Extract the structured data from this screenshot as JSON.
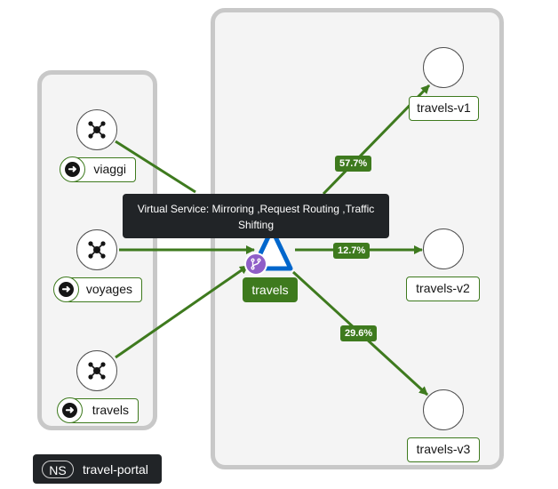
{
  "nodes": {
    "viaggi": {
      "label": "viaggi",
      "icon": "workload-icon"
    },
    "voyages": {
      "label": "voyages",
      "icon": "workload-icon"
    },
    "travels_source": {
      "label": "travels",
      "icon": "workload-icon"
    },
    "travels_service": {
      "label": "travels",
      "icon": "service-triangle-icon",
      "badge_icon": "branch-icon"
    },
    "travels_v1": {
      "label": "travels-v1"
    },
    "travels_v2": {
      "label": "travels-v2"
    },
    "travels_v3": {
      "label": "travels-v3"
    }
  },
  "edges": {
    "to_v1": {
      "label": "57.7%"
    },
    "to_v2": {
      "label": "12.7%"
    },
    "to_v3": {
      "label": "29.6%"
    }
  },
  "tooltip": {
    "text": "Virtual Service: Mirroring ,Request Routing ,Traffic Shifting"
  },
  "namespace": {
    "tag": "NS",
    "name": "travel-portal"
  },
  "colors": {
    "edge": "#3e7a1e",
    "selected": "#3e7a1e",
    "service_triangle": "#0066cc",
    "virtual_service_badge": "#8f5ec8",
    "group_border": "#c8c8c8",
    "tooltip_bg": "#212427"
  }
}
